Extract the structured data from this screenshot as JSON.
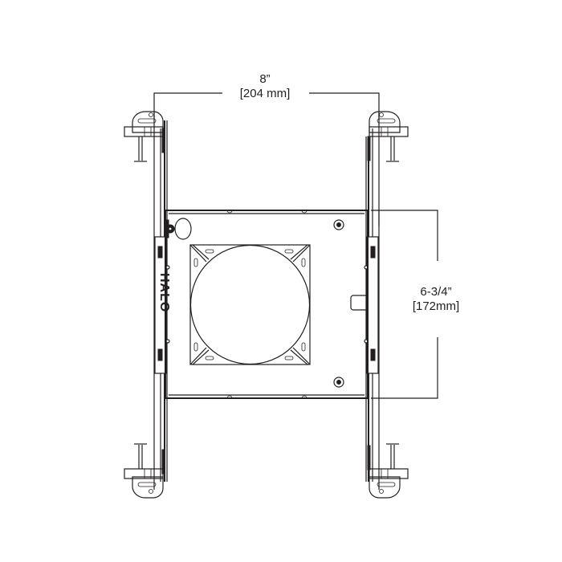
{
  "diagram": {
    "type": "technical-drawing",
    "subject": "recessed light new-construction housing with hanger bars (top view)",
    "line_color": "#231f20",
    "background": "#ffffff"
  },
  "dimensions": {
    "width": {
      "imperial": "8”",
      "metric": "[204 mm]"
    },
    "height": {
      "imperial": "6-3/4”",
      "metric": "[172mm]"
    }
  },
  "housing": {
    "brand_mark": "HALO",
    "aperture": "circular opening in square plate with corner brackets",
    "mounting_screws": 2
  },
  "hanger_bars": {
    "count": 2,
    "clips": 4
  }
}
